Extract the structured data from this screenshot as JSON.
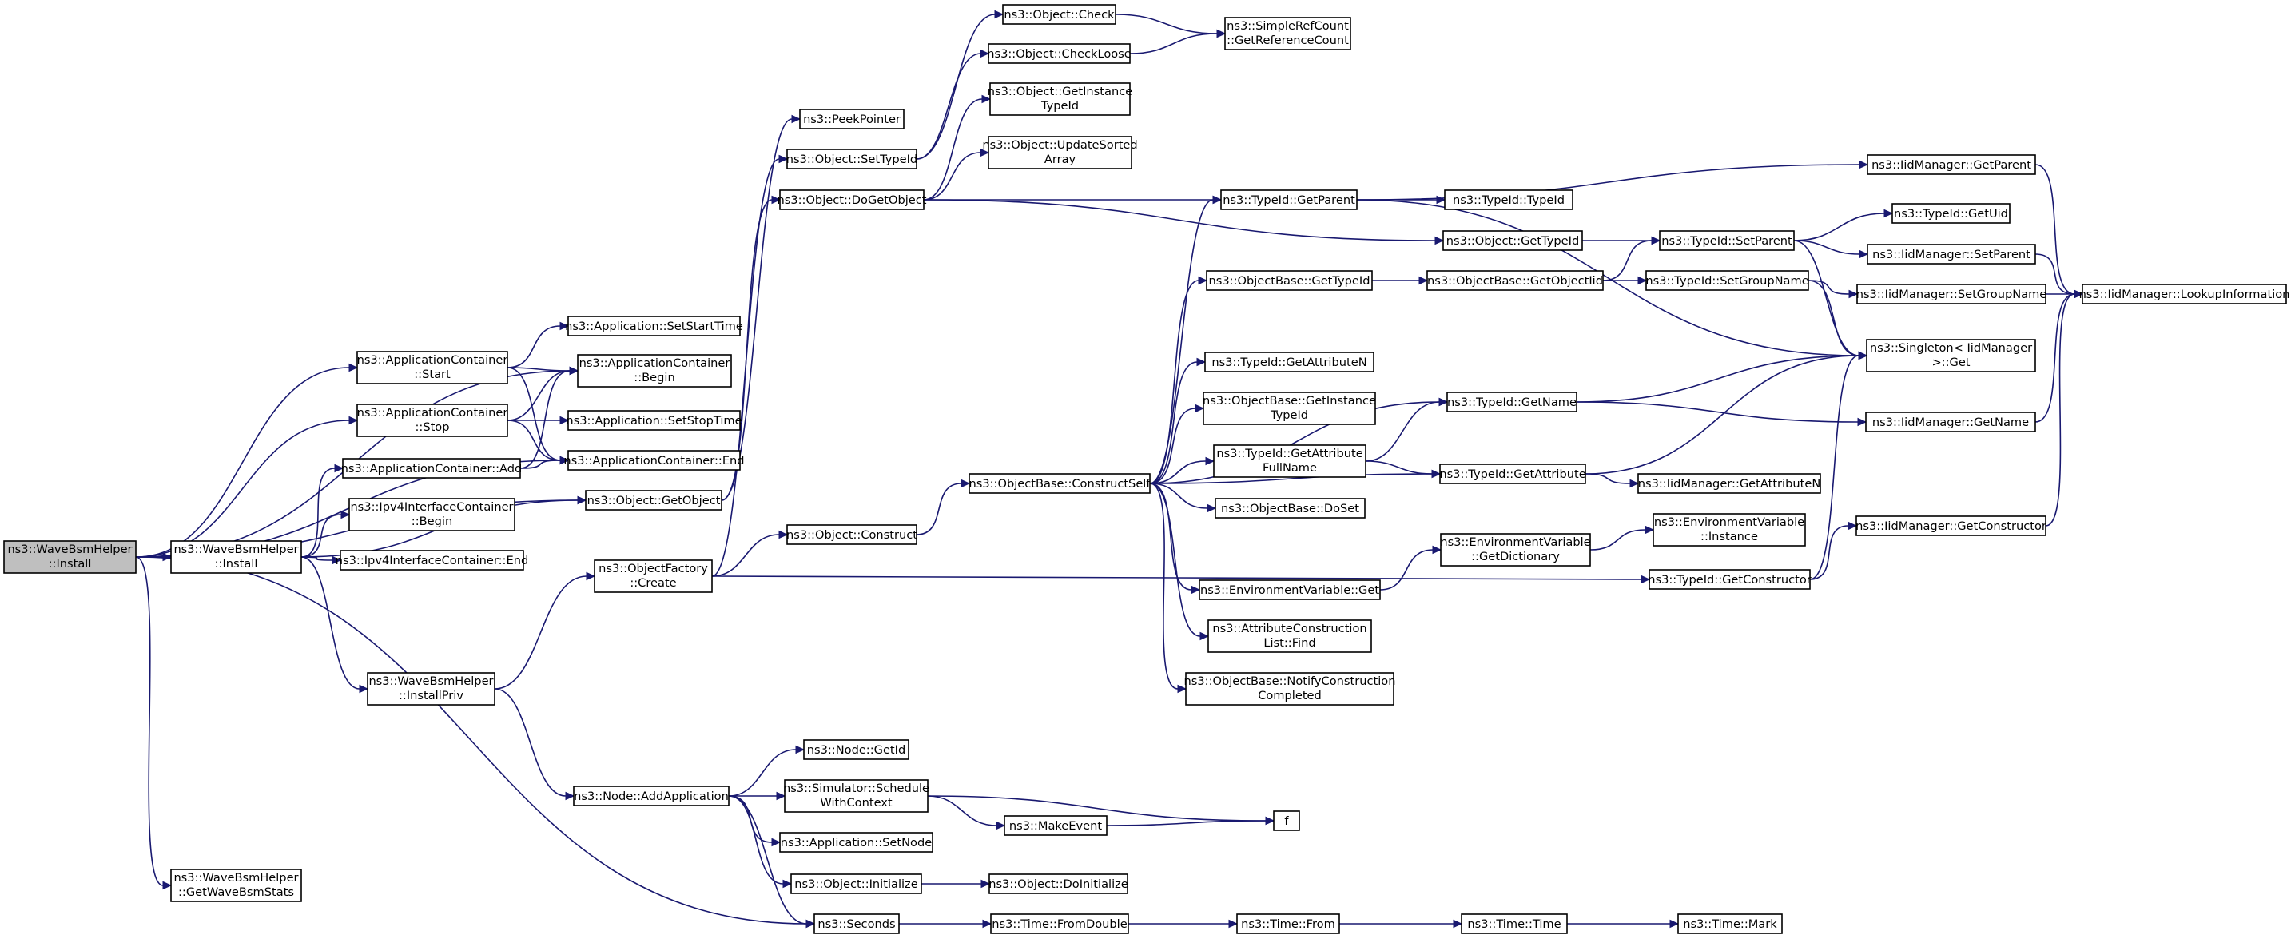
{
  "graph": {
    "nodes": [
      {
        "id": "root",
        "lines": [
          "ns3::WaveBsmHelper",
          "::Install"
        ]
      },
      {
        "id": "wbi2",
        "lines": [
          "ns3::WaveBsmHelper",
          "::Install"
        ]
      },
      {
        "id": "getstats",
        "lines": [
          "ns3::WaveBsmHelper",
          "::GetWaveBsmStats"
        ]
      },
      {
        "id": "acstart",
        "lines": [
          "ns3::ApplicationContainer",
          "::Start"
        ]
      },
      {
        "id": "acstop",
        "lines": [
          "ns3::ApplicationContainer",
          "::Stop"
        ]
      },
      {
        "id": "acadd",
        "lines": [
          "ns3::ApplicationContainer::Add"
        ]
      },
      {
        "id": "ipvbegin",
        "lines": [
          "ns3::Ipv4InterfaceContainer",
          "::Begin"
        ]
      },
      {
        "id": "ipvend",
        "lines": [
          "ns3::Ipv4InterfaceContainer::End"
        ]
      },
      {
        "id": "installpriv",
        "lines": [
          "ns3::WaveBsmHelper",
          "::InstallPriv"
        ]
      },
      {
        "id": "setstart",
        "lines": [
          "ns3::Application::SetStartTime"
        ]
      },
      {
        "id": "acbegin",
        "lines": [
          "ns3::ApplicationContainer",
          "::Begin"
        ]
      },
      {
        "id": "setstop",
        "lines": [
          "ns3::Application::SetStopTime"
        ]
      },
      {
        "id": "acend",
        "lines": [
          "ns3::ApplicationContainer::End"
        ]
      },
      {
        "id": "getobject",
        "lines": [
          "ns3::Object::GetObject"
        ]
      },
      {
        "id": "ofcreate",
        "lines": [
          "ns3::ObjectFactory",
          "::Create"
        ]
      },
      {
        "id": "peek",
        "lines": [
          "ns3::PeekPointer"
        ]
      },
      {
        "id": "settypeid",
        "lines": [
          "ns3::Object::SetTypeId"
        ]
      },
      {
        "id": "dogetobject",
        "lines": [
          "ns3::Object::DoGetObject"
        ]
      },
      {
        "id": "objconstruct",
        "lines": [
          "ns3::Object::Construct"
        ]
      },
      {
        "id": "addapp",
        "lines": [
          "ns3::Node::AddApplication"
        ]
      },
      {
        "id": "nodegetid",
        "lines": [
          "ns3::Node::GetId"
        ]
      },
      {
        "id": "schedule",
        "lines": [
          "ns3::Simulator::Schedule",
          "WithContext"
        ]
      },
      {
        "id": "setnode",
        "lines": [
          "ns3::Application::SetNode"
        ]
      },
      {
        "id": "initialize",
        "lines": [
          "ns3::Object::Initialize"
        ]
      },
      {
        "id": "seconds",
        "lines": [
          "ns3::Seconds"
        ]
      },
      {
        "id": "makeevent",
        "lines": [
          "ns3::MakeEvent"
        ]
      },
      {
        "id": "f",
        "lines": [
          "f"
        ]
      },
      {
        "id": "doinit",
        "lines": [
          "ns3::Object::DoInitialize"
        ]
      },
      {
        "id": "fromdouble",
        "lines": [
          "ns3::Time::FromDouble"
        ]
      },
      {
        "id": "timefrom",
        "lines": [
          "ns3::Time::From"
        ]
      },
      {
        "id": "timetime",
        "lines": [
          "ns3::Time::Time"
        ]
      },
      {
        "id": "timemark",
        "lines": [
          "ns3::Time::Mark"
        ]
      },
      {
        "id": "objcheck",
        "lines": [
          "ns3::Object::Check"
        ]
      },
      {
        "id": "checkloose",
        "lines": [
          "ns3::Object::CheckLoose"
        ]
      },
      {
        "id": "getinst",
        "lines": [
          "ns3::Object::GetInstance",
          "TypeId"
        ]
      },
      {
        "id": "updsorted",
        "lines": [
          "ns3::Object::UpdateSorted",
          "Array"
        ]
      },
      {
        "id": "refcount",
        "lines": [
          "ns3::SimpleRefCount",
          "::GetReferenceCount"
        ]
      },
      {
        "id": "construct",
        "lines": [
          "ns3::ObjectBase::ConstructSelf"
        ]
      },
      {
        "id": "obgettypeid",
        "lines": [
          "ns3::ObjectBase::GetTypeId"
        ]
      },
      {
        "id": "getattrn",
        "lines": [
          "ns3::TypeId::GetAttributeN"
        ]
      },
      {
        "id": "obgetinst",
        "lines": [
          "ns3::ObjectBase::GetInstance",
          "TypeId"
        ]
      },
      {
        "id": "getattrfull",
        "lines": [
          "ns3::TypeId::GetAttribute",
          "FullName"
        ]
      },
      {
        "id": "doset",
        "lines": [
          "ns3::ObjectBase::DoSet"
        ]
      },
      {
        "id": "envget",
        "lines": [
          "ns3::EnvironmentVariable::Get"
        ]
      },
      {
        "id": "attrfind",
        "lines": [
          "ns3::AttributeConstruction",
          "List::Find"
        ]
      },
      {
        "id": "notify",
        "lines": [
          "ns3::ObjectBase::NotifyConstruction",
          "Completed"
        ]
      },
      {
        "id": "tgetparent",
        "lines": [
          "ns3::TypeId::GetParent"
        ]
      },
      {
        "id": "ttypeid",
        "lines": [
          "ns3::TypeId::TypeId"
        ]
      },
      {
        "id": "ogettypeid",
        "lines": [
          "ns3::Object::GetTypeId"
        ]
      },
      {
        "id": "getobjectiid",
        "lines": [
          "ns3::ObjectBase::GetObjectIid"
        ]
      },
      {
        "id": "tgetname",
        "lines": [
          "ns3::TypeId::GetName"
        ]
      },
      {
        "id": "tgetattr",
        "lines": [
          "ns3::TypeId::GetAttribute"
        ]
      },
      {
        "id": "envdict",
        "lines": [
          "ns3::EnvironmentVariable",
          "::GetDictionary"
        ]
      },
      {
        "id": "tsetparent",
        "lines": [
          "ns3::TypeId::SetParent"
        ]
      },
      {
        "id": "tsetgroup",
        "lines": [
          "ns3::TypeId::SetGroupName"
        ]
      },
      {
        "id": "envinst",
        "lines": [
          "ns3::EnvironmentVariable",
          "::Instance"
        ]
      },
      {
        "id": "tgetctor",
        "lines": [
          "ns3::TypeId::GetConstructor"
        ]
      },
      {
        "id": "imgetparent",
        "lines": [
          "ns3::IidManager::GetParent"
        ]
      },
      {
        "id": "tgetuid",
        "lines": [
          "ns3::TypeId::GetUid"
        ]
      },
      {
        "id": "imsetparent",
        "lines": [
          "ns3::IidManager::SetParent"
        ]
      },
      {
        "id": "imsetgroup",
        "lines": [
          "ns3::IidManager::SetGroupName"
        ]
      },
      {
        "id": "singleton",
        "lines": [
          "ns3::Singleton< IidManager",
          " >::Get"
        ]
      },
      {
        "id": "imgetname",
        "lines": [
          "ns3::IidManager::GetName"
        ]
      },
      {
        "id": "imgetattrn",
        "lines": [
          "ns3::IidManager::GetAttributeN"
        ]
      },
      {
        "id": "imgetctor",
        "lines": [
          "ns3::IidManager::GetConstructor"
        ]
      },
      {
        "id": "lookup",
        "lines": [
          "ns3::IidManager::LookupInformation"
        ]
      }
    ]
  }
}
